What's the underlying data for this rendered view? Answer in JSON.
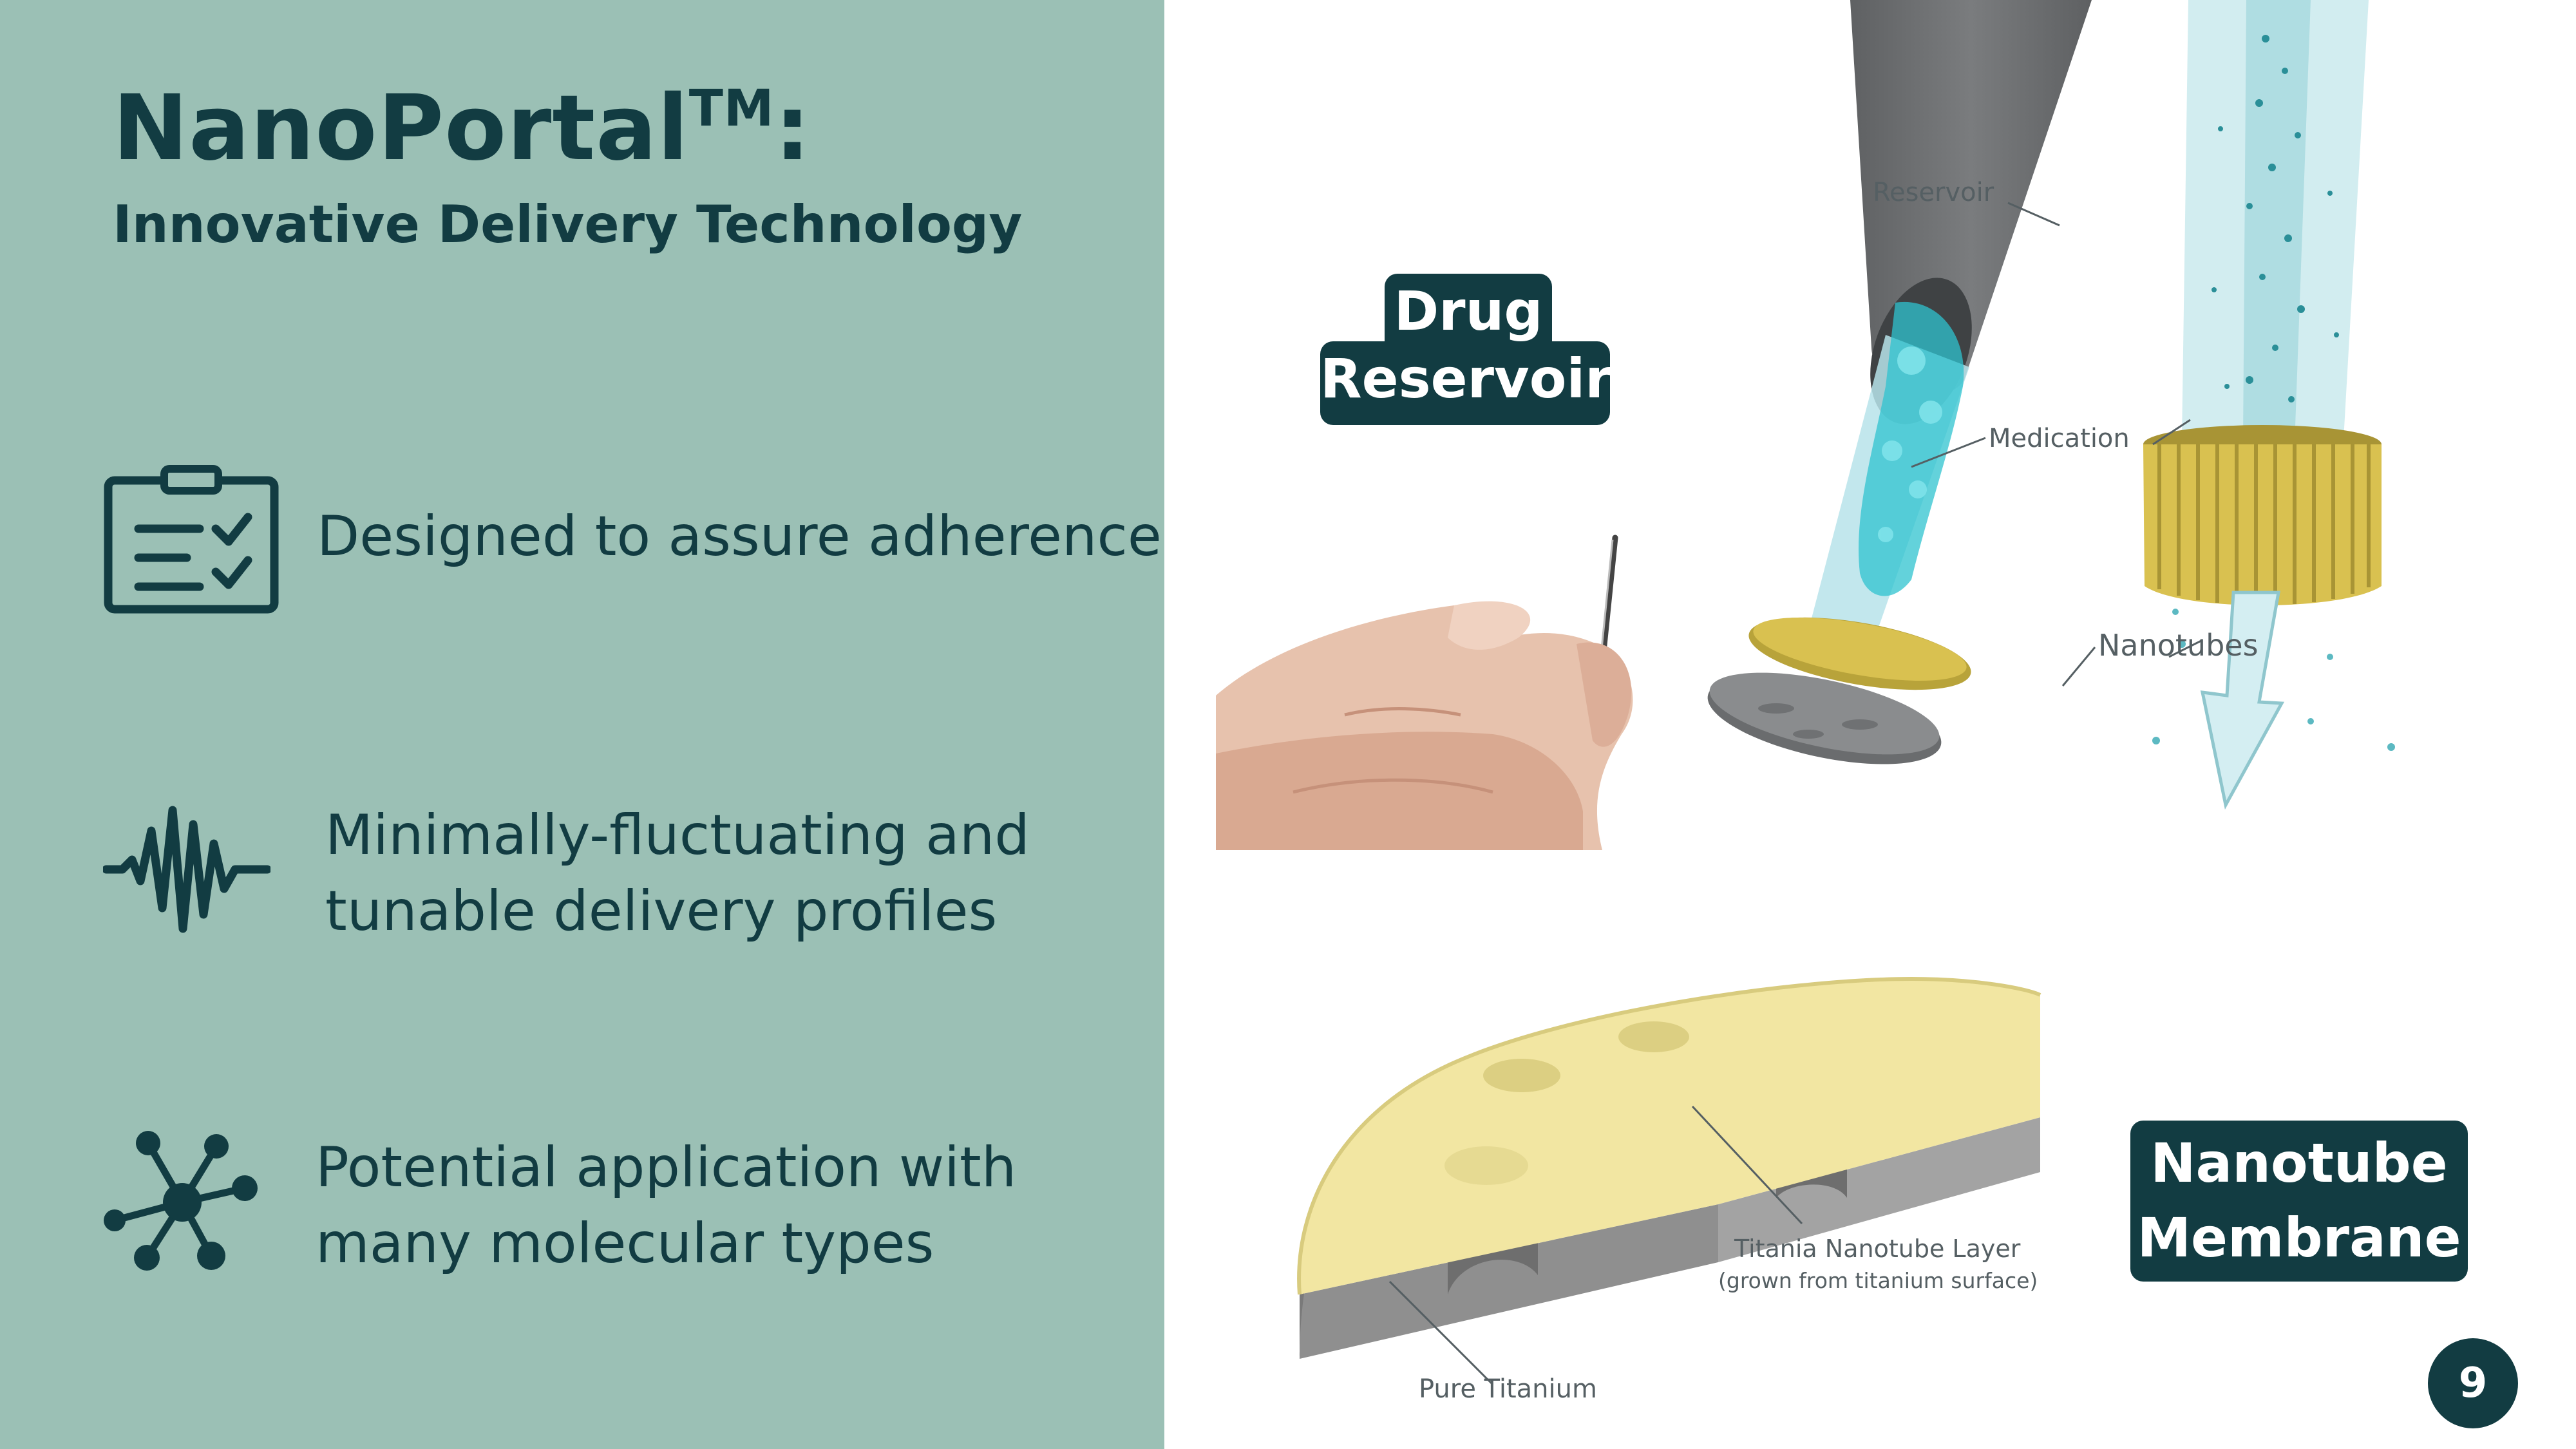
{
  "header": {
    "title": "NanoPortal",
    "title_mark": "TM",
    "title_suffix": ":",
    "subtitle": "Innovative Delivery Technology"
  },
  "features": [
    {
      "icon": "clipboard-check-icon",
      "lines": [
        "Designed to assure adherence"
      ]
    },
    {
      "icon": "waveform-icon",
      "lines": [
        "Minimally-fluctuating and",
        "tunable delivery profiles"
      ]
    },
    {
      "icon": "molecule-network-icon",
      "lines": [
        "Potential application with",
        "many molecular types"
      ]
    }
  ],
  "tags": {
    "drug_reservoir": [
      "Drug",
      "Reservoir"
    ],
    "nanotube_membrane": [
      "Nanotube",
      "Membrane"
    ]
  },
  "implant_diagram": {
    "labels": {
      "reservoir": "Reservoir",
      "medication": "Medication",
      "nanotubes": "Nanotubes"
    }
  },
  "membrane_diagram": {
    "labels": {
      "layer": "Titania Nanotube Layer",
      "layer_note": "(grown from titanium surface)",
      "base": "Pure Titanium"
    }
  },
  "page_number": "9",
  "colors": {
    "panel": "#9bc0b5",
    "accent": "#123c42",
    "medication": "#2fc3cf",
    "nanotube_gold": "#d9c150",
    "membrane_yellow": "#f2e6a2",
    "titanium_gray": "#9a9a9a"
  }
}
